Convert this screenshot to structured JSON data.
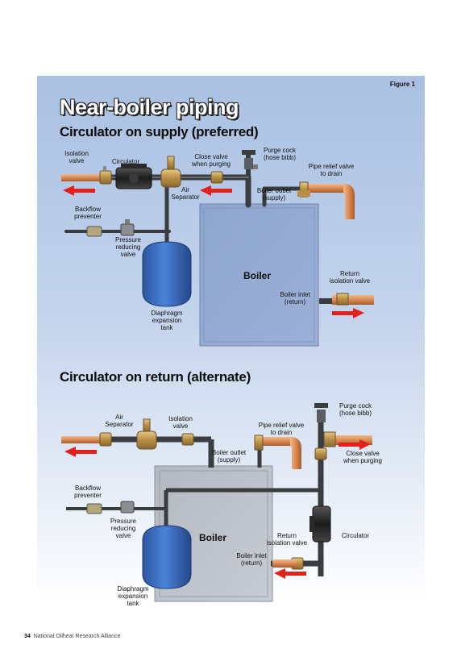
{
  "figure_label": "Figure 1",
  "main_title": "Near-boiler piping",
  "sections": {
    "supply": {
      "title": "Circulator on supply (preferred)",
      "labels": {
        "isolation_valve": "Isolation\nvalve",
        "circulator": "Circulator",
        "close_valve": "Close valve\nwhen purging",
        "purge_cock": "Purge cock\n(hose bibb)",
        "pipe_relief": "Pipe relief valve\nto drain",
        "air_separator": "Air\nSeparator",
        "boiler_outlet": "Boiler outlet\n(supply)",
        "backflow": "Backflow\npreventer",
        "pressure_reducing": "Pressure\nreducing\nvalve",
        "boiler": "Boiler",
        "return_isolation": "Return\nisolation valve",
        "boiler_inlet": "Boiler inlet\n(return)",
        "diaphragm_tank": "Diaphragm\nexpansion\ntank"
      }
    },
    "return": {
      "title": "Circulator on return (alternate)",
      "labels": {
        "air_separator": "Air\nSeparator",
        "isolation_valve": "Isolation\nvalve",
        "pipe_relief": "Pipe relief valve\nto drain",
        "purge_cock": "Purge cock\n(hose bibb)",
        "boiler_outlet": "Boiler outlet\n(supply)",
        "close_valve": "Close valve\nwhen purging",
        "backflow": "Backflow\npreventer",
        "pressure_reducing": "Pressure\nreducing\nvalve",
        "boiler": "Boiler",
        "return_isolation": "Return\nisolation valve",
        "circulator": "Circulator",
        "boiler_inlet": "Boiler inlet\n(return)",
        "diaphragm_tank": "Diaphragm\nexpansion\ntank"
      }
    }
  },
  "footer": {
    "page_number": "34",
    "publisher": "National Oilheat Research Alliance"
  },
  "colors": {
    "pipe": "#3a3d40",
    "copper": "#d98a55",
    "tank": "#3f70c2",
    "arrow": "#e3201b",
    "brass": "#c9a35a"
  }
}
